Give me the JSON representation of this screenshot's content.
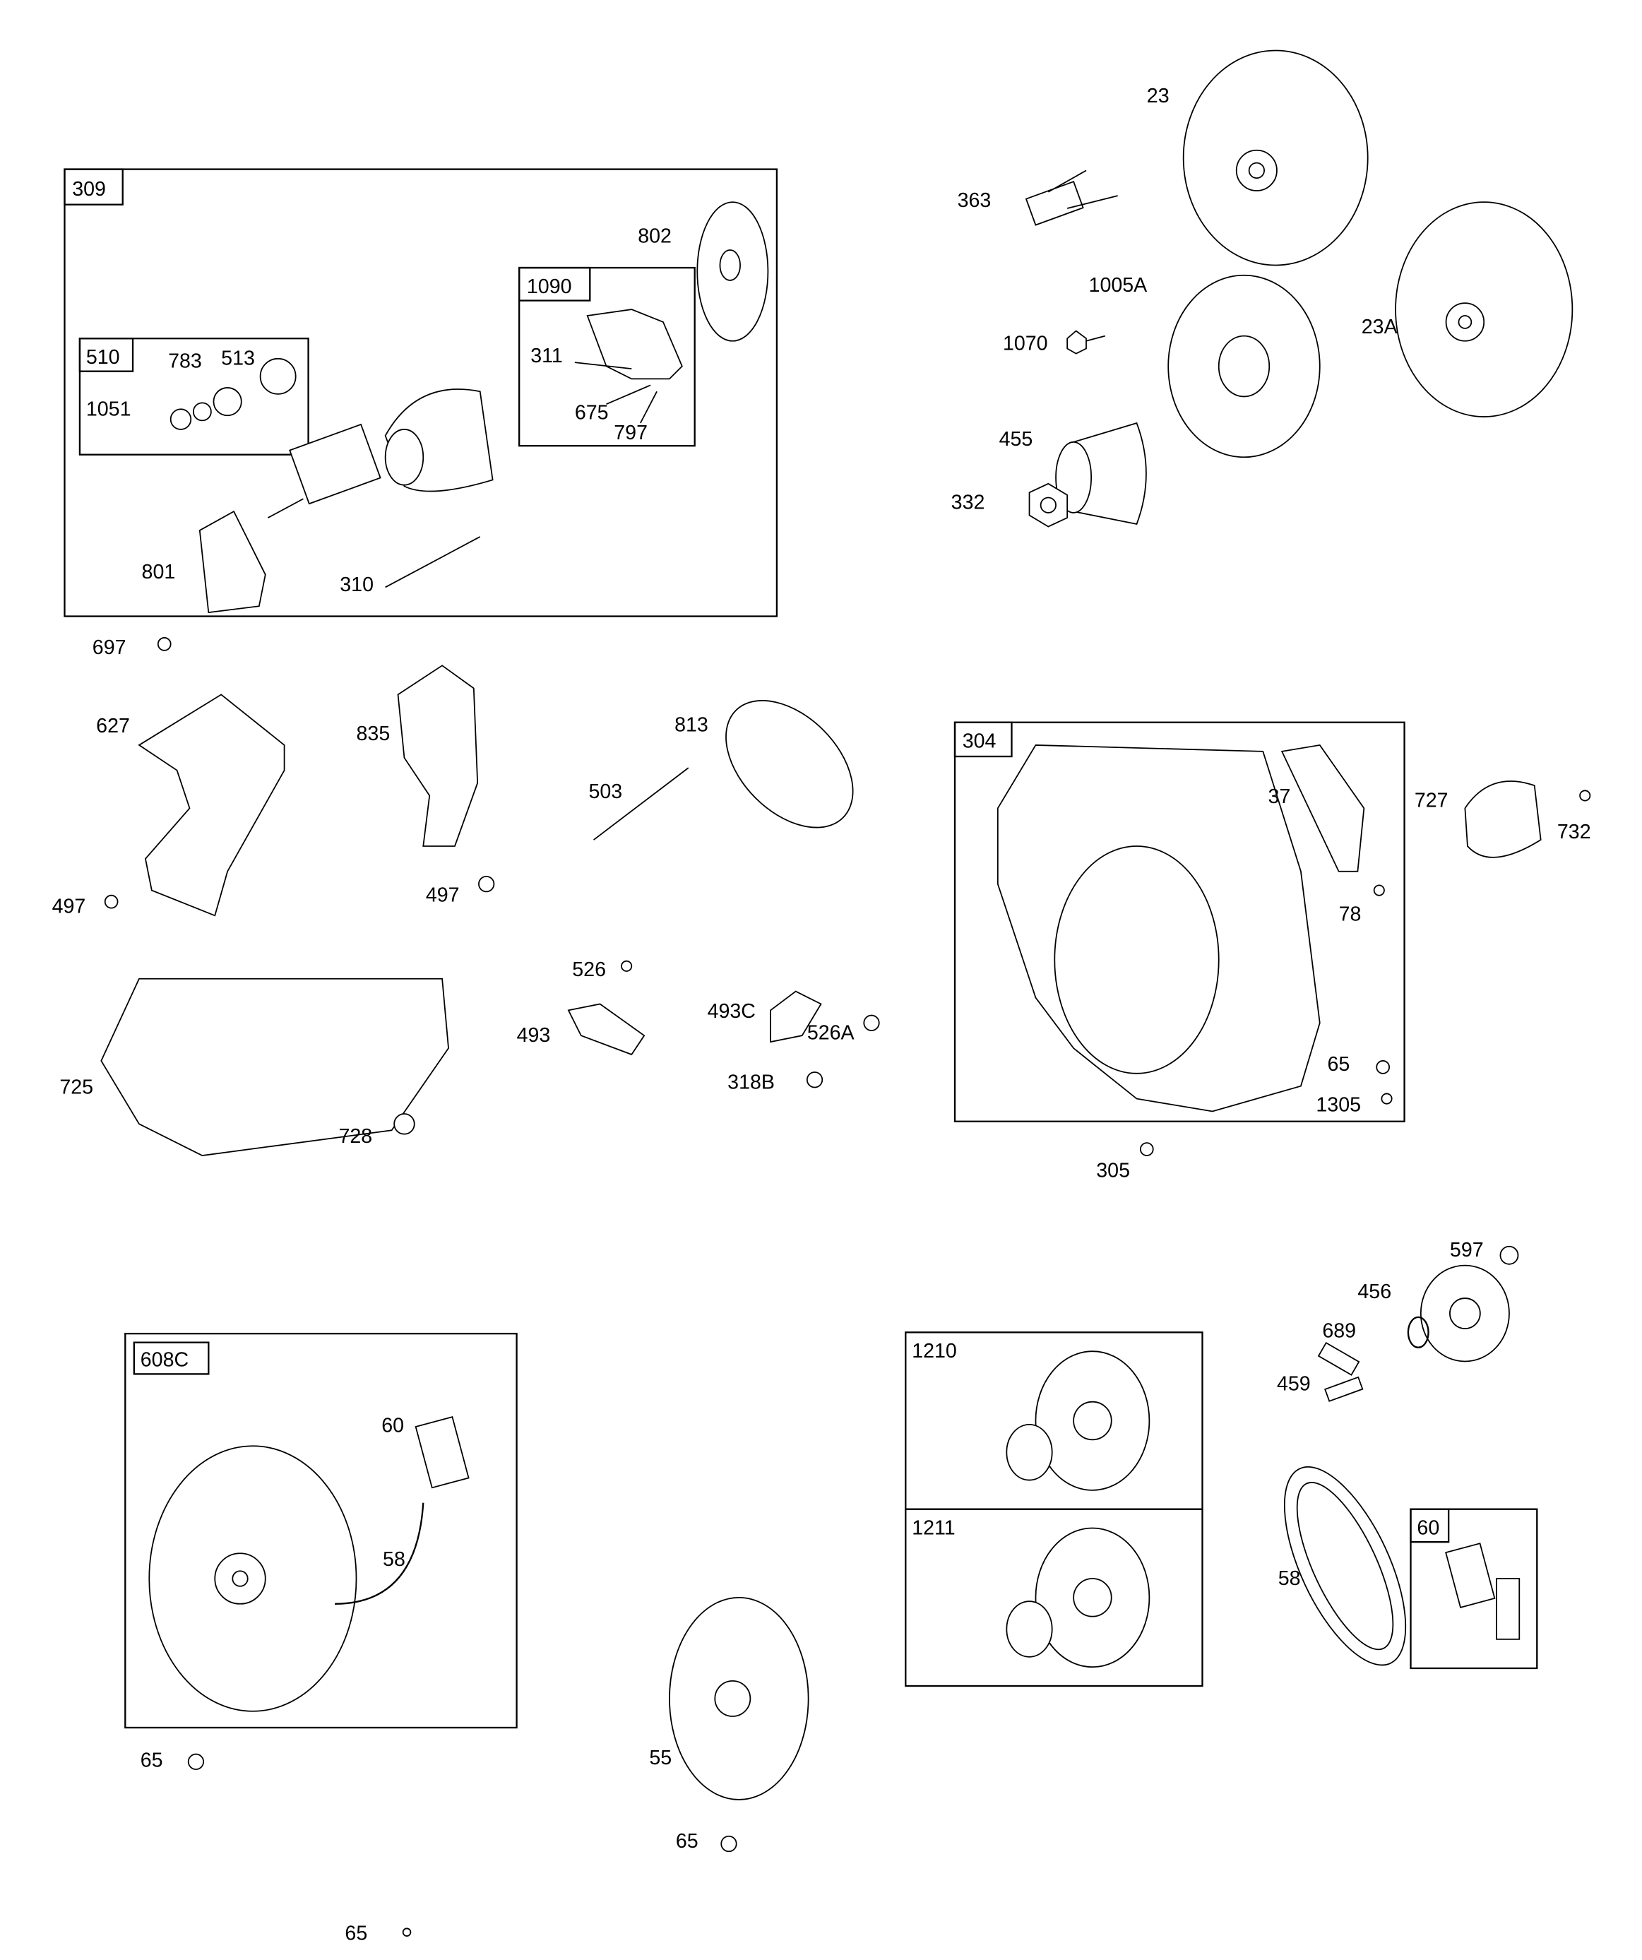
{
  "title": "Engine parts diagram",
  "boxes": {
    "b309": "309",
    "b1090": "1090",
    "b510": "510",
    "b304": "304",
    "b608C": "608C",
    "b1210": "1210",
    "b1211": "1211",
    "b60": "60"
  },
  "labels": {
    "p23": "23",
    "p363": "363",
    "p1005A": "1005A",
    "p1070": "1070",
    "p23A": "23A",
    "p455": "455",
    "p332": "332",
    "p802": "802",
    "p311": "311",
    "p675": "675",
    "p797": "797",
    "p783": "783",
    "p513": "513",
    "p1051": "1051",
    "p801": "801",
    "p310": "310",
    "p697": "697",
    "p627": "627",
    "p835": "835",
    "p813": "813",
    "p503": "503",
    "p497a": "497",
    "p497b": "497",
    "p37": "37",
    "p727": "727",
    "p732": "732",
    "p78": "78",
    "p65a": "65",
    "p1305": "1305",
    "p305": "305",
    "p526": "526",
    "p493": "493",
    "p493C": "493C",
    "p526A": "526A",
    "p318B": "318B",
    "p725": "725",
    "p728": "728",
    "p597": "597",
    "p456": "456",
    "p689": "689",
    "p459": "459",
    "p60": "60",
    "p58a": "58",
    "p65b": "65",
    "p55": "55",
    "p65c": "65",
    "p65d": "65",
    "p58b": "58"
  }
}
